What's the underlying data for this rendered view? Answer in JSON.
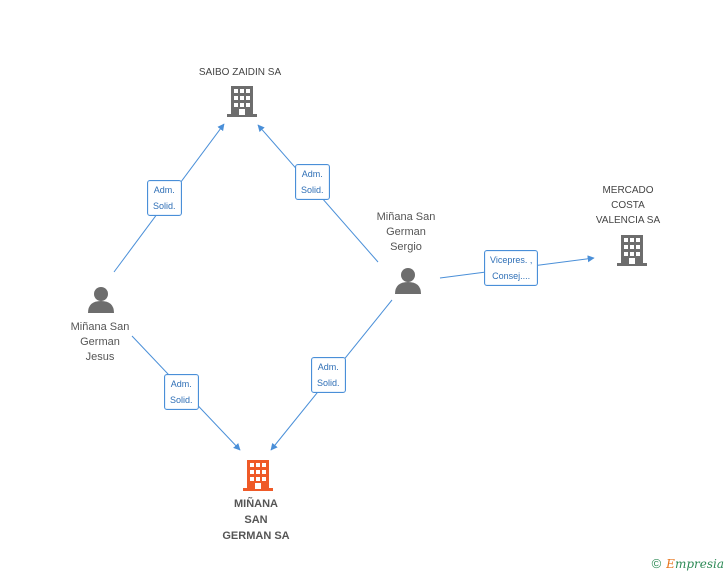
{
  "nodes": {
    "saibo": {
      "label": "SAIBO ZAIDIN SA",
      "type": "company",
      "color": "#6d6d6d"
    },
    "mercado": {
      "label_lines": [
        "MERCADO",
        "COSTA",
        "VALENCIA SA"
      ],
      "type": "company",
      "color": "#6d6d6d"
    },
    "minana_sa": {
      "label_lines": [
        "MIÑANA",
        "SAN",
        "GERMAN SA"
      ],
      "type": "company",
      "color": "#ef5a28"
    },
    "jesus": {
      "label_lines": [
        "Miñana San",
        "German",
        "Jesus"
      ],
      "type": "person",
      "color": "#6d6d6d"
    },
    "sergio": {
      "label_lines": [
        "Miñana San",
        "German",
        "Sergio"
      ],
      "type": "person",
      "color": "#6d6d6d"
    }
  },
  "edges": [
    {
      "id": "jesus-saibo",
      "lines": [
        "Adm.",
        "Solid."
      ]
    },
    {
      "id": "sergio-saibo",
      "lines": [
        "Adm.",
        "Solid."
      ]
    },
    {
      "id": "sergio-mercado",
      "lines": [
        "Vicepres. ,",
        "Consej...."
      ]
    },
    {
      "id": "jesus-minana",
      "lines": [
        "Adm.",
        "Solid."
      ]
    },
    {
      "id": "sergio-minana",
      "lines": [
        "Adm.",
        "Solid."
      ]
    }
  ],
  "colors": {
    "edge": "#4a8fd8",
    "label_text": "#2f6fb6"
  },
  "footer": {
    "copyright": "©",
    "brand_first": "E",
    "brand_rest": "mpresia"
  }
}
